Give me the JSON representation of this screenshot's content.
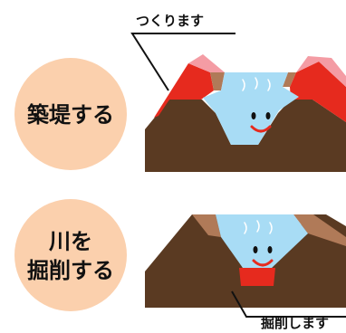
{
  "top_panel": {
    "label": "築堤する",
    "callout": "つくります"
  },
  "bottom_panel": {
    "label_line1": "川を",
    "label_line2": "掘削する",
    "callout": "掘削します"
  },
  "colors": {
    "badge": "#fbd0ad",
    "earth": "#5a3a22",
    "embankment": "#e62a1e",
    "embankment_top": "#f49ca4",
    "bank_edge": "#b07a58",
    "water": "#a8dcf5",
    "water_face": "#c5e8f7",
    "mouth": "#e62a1e"
  }
}
